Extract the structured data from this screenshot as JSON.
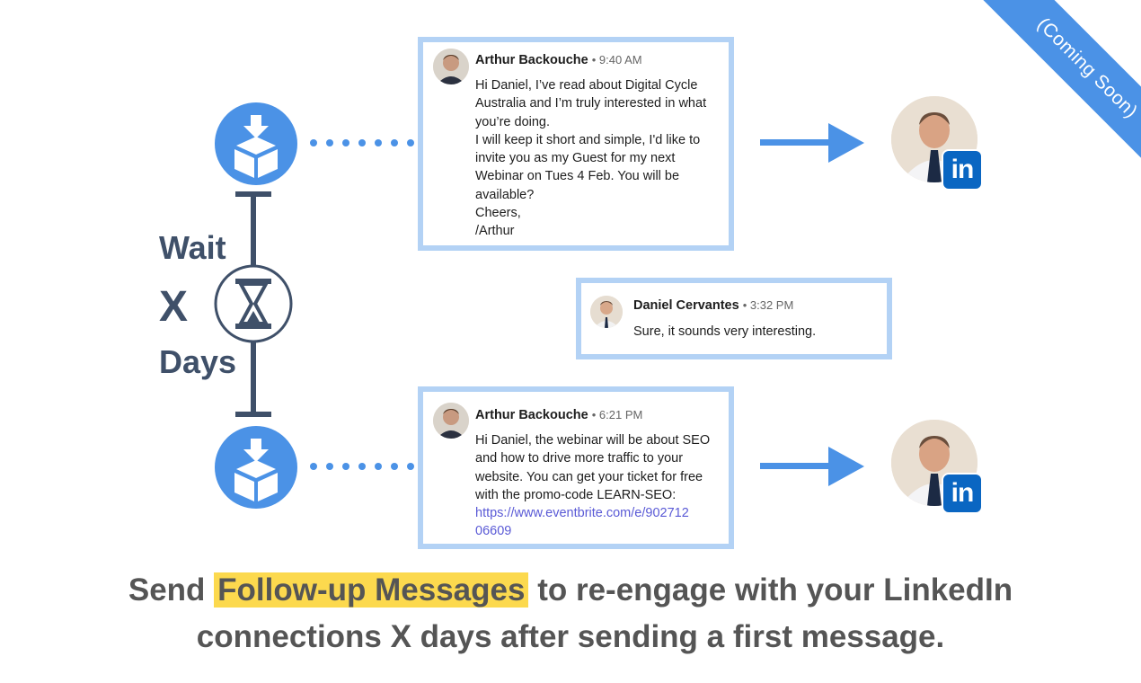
{
  "ribbon": {
    "text": "(Coming Soon)",
    "color": "#4b92e6"
  },
  "wait": {
    "line1": "Wait",
    "line2": "X",
    "line3": "Days"
  },
  "messages": [
    {
      "sender": "Arthur Backouche",
      "time": "9:40 AM",
      "lines": [
        "Hi Daniel, I’ve read about Digital Cycle",
        "Australia and I’m truly interested in what",
        "you’re doing.",
        "I will keep it short and simple, I'd like to",
        "invite you as my Guest for my next",
        "Webinar on Tues 4 Feb. You will be",
        "available?",
        "Cheers,",
        "/Arthur"
      ]
    },
    {
      "sender": "Daniel Cervantes",
      "time": "3:32 PM",
      "lines": [
        "Sure, it sounds very interesting."
      ]
    },
    {
      "sender": "Arthur Backouche",
      "time": "6:21 PM",
      "lines": [
        "Hi Daniel, the webinar will be about SEO",
        "and how to drive more traffic to your",
        "website. You can get your ticket for free",
        "with the promo-code LEARN-SEO:"
      ],
      "link_lines": [
        "https://www.eventbrite.com/e/902712",
        "06609"
      ]
    }
  ],
  "linkedin_badge": "in",
  "headline": {
    "part1": "Send",
    "highlight": "Follow-up Messages",
    "part2": "to re-engage with your LinkedIn",
    "line2": "connections X days after sending a first message."
  },
  "colors": {
    "accent": "#4b92e6",
    "card_border": "#b3d2f5",
    "highlight": "#fcd94e",
    "linkedin": "#0a66c2",
    "text_dark": "#3f5069"
  }
}
